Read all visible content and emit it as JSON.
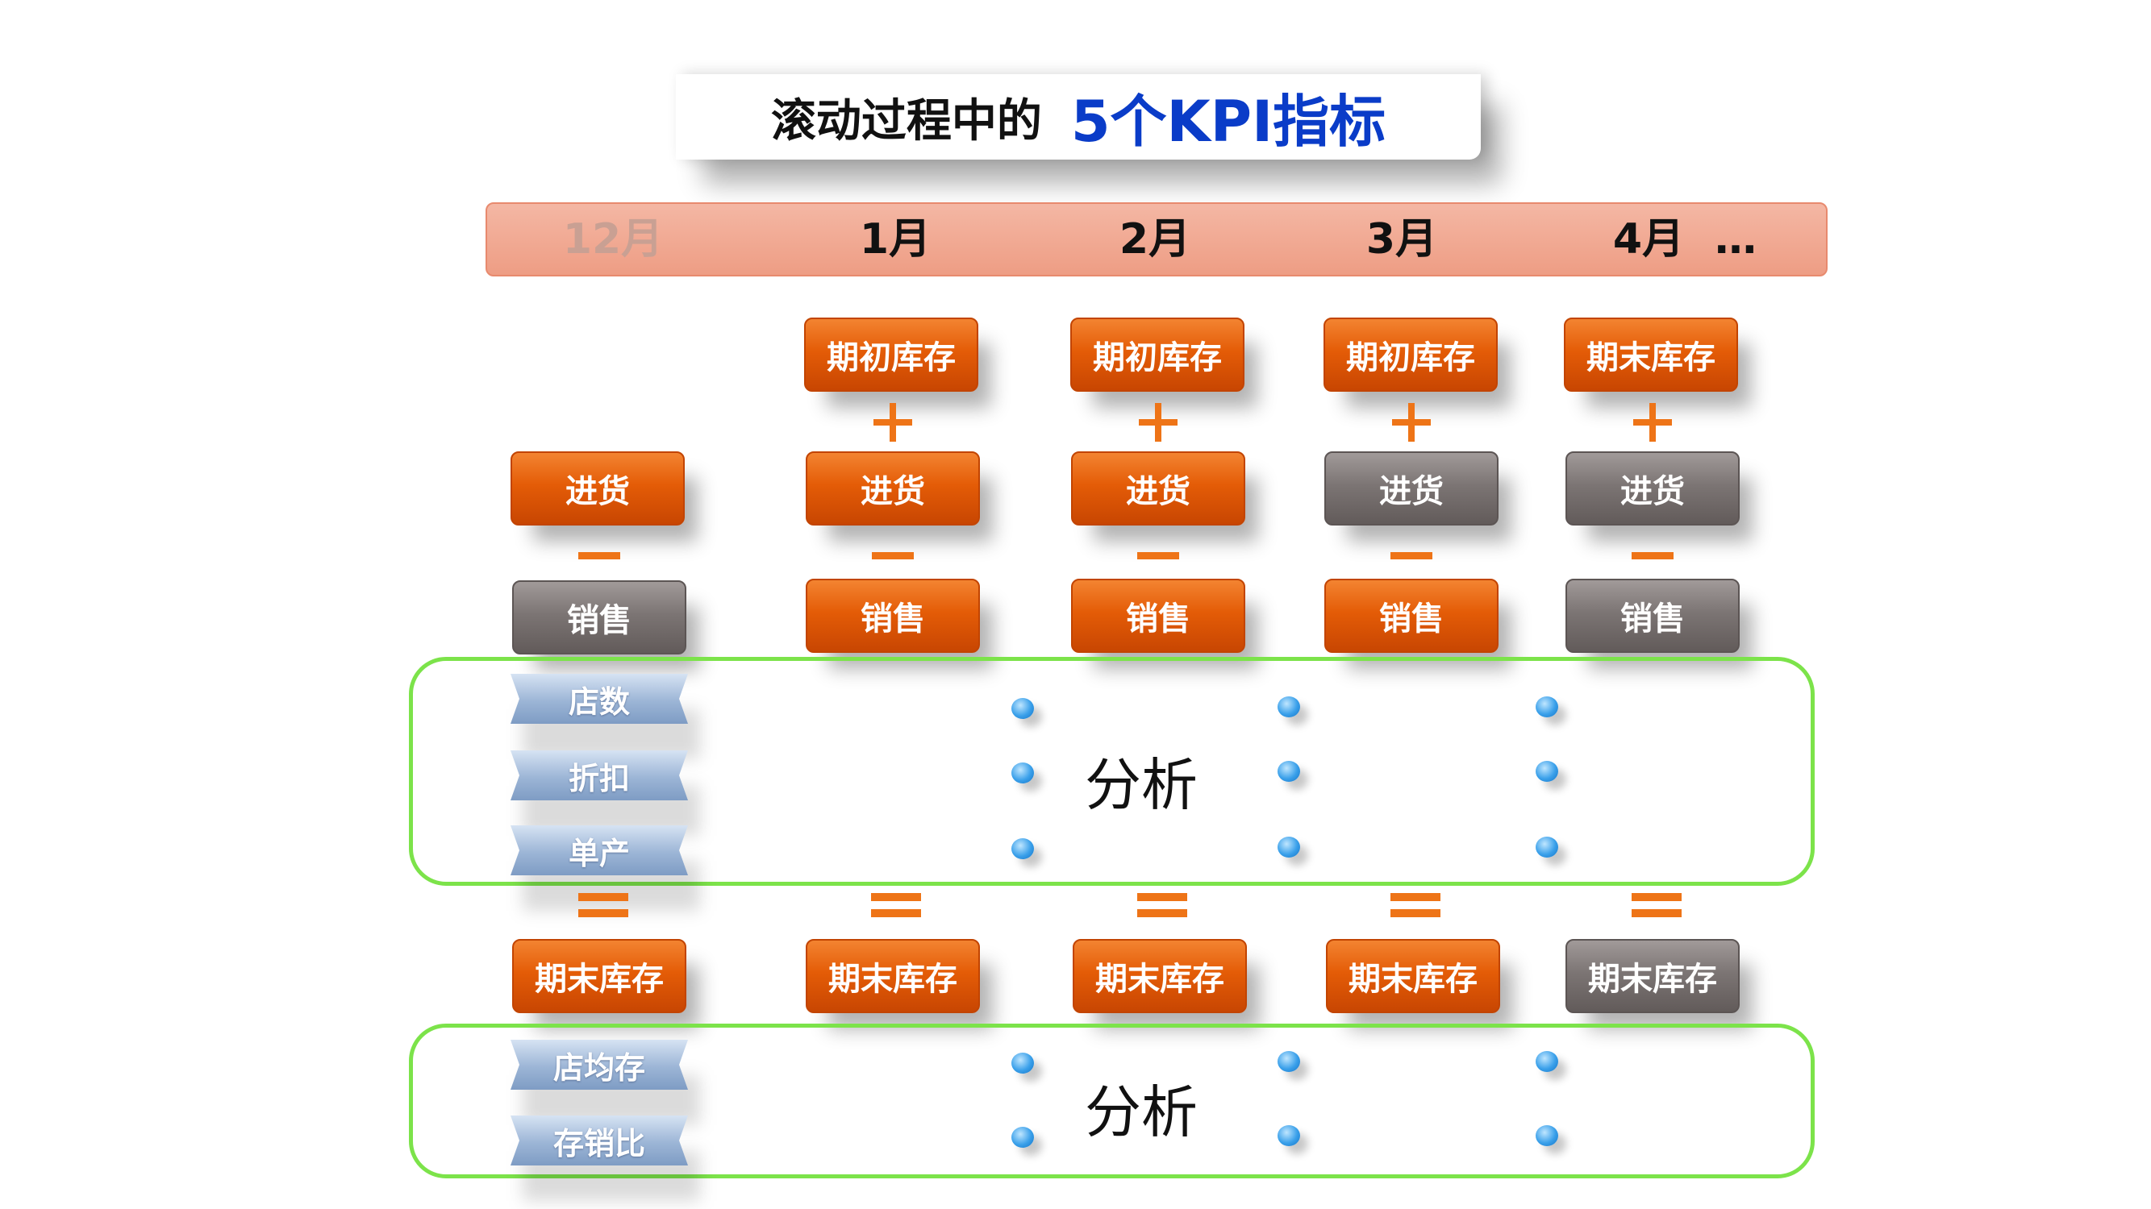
{
  "title": {
    "main": "滚动过程中的",
    "accent": "5个KPI指标"
  },
  "months": [
    {
      "label": "12月",
      "dim": true
    },
    {
      "label": "1月",
      "dim": false
    },
    {
      "label": "2月",
      "dim": false
    },
    {
      "label": "3月",
      "dim": false
    },
    {
      "label": "4月",
      "dim": false
    }
  ],
  "ellipsis": "…",
  "labels": {
    "opening": "期初库存",
    "closing": "期末库存",
    "purchase": "进货",
    "sales": "销售"
  },
  "kpis": {
    "stores": "店数",
    "discount": "折扣",
    "unit_output": "单产",
    "avg_store_stock": "店均存",
    "stock_sales_ratio": "存销比"
  },
  "analysis": {
    "top": "分析",
    "bottom": "分析"
  },
  "colors": {
    "active": "#e45c07",
    "inactive": "#7c7574",
    "frame": "#7ce34a",
    "title_accent": "#0a3cc8"
  }
}
